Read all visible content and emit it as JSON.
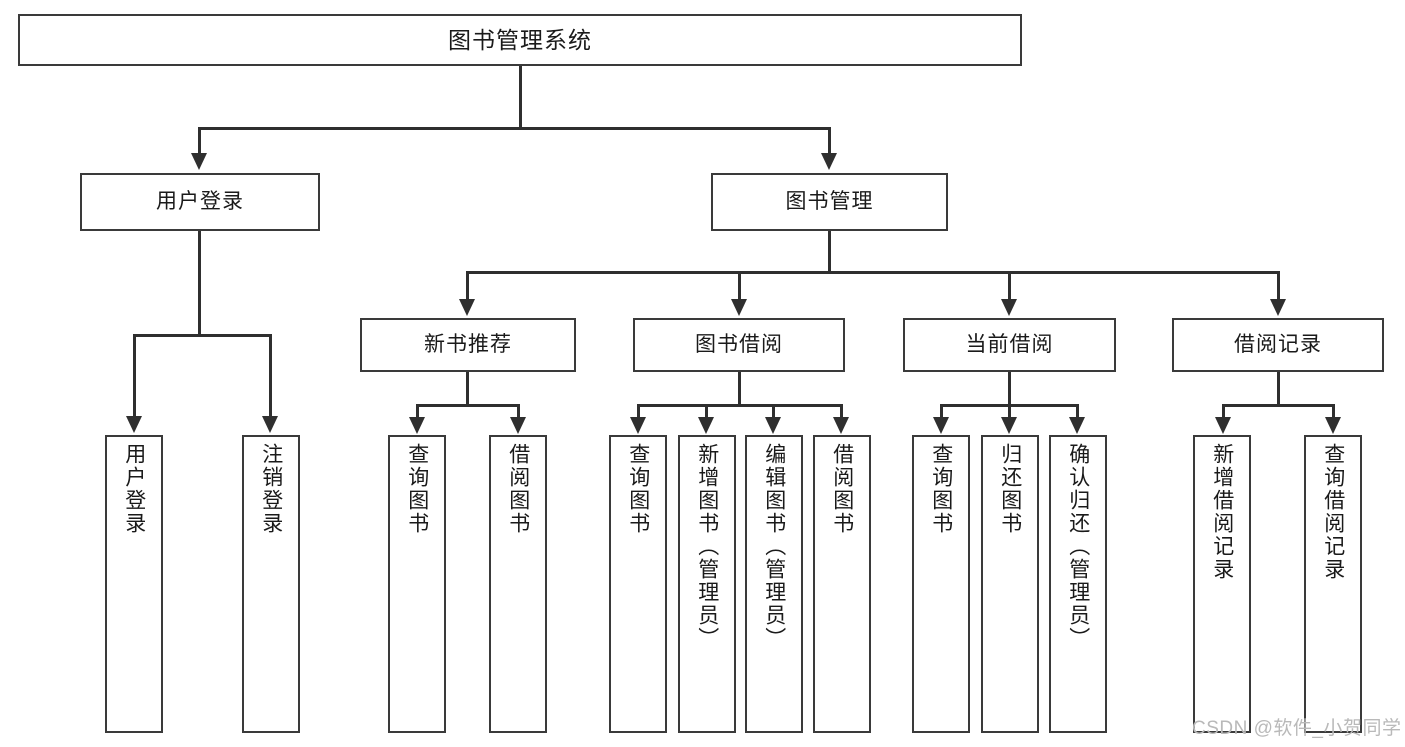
{
  "diagram": {
    "title_node": {
      "label": "图书管理系统"
    },
    "level2": [
      {
        "label": "用户登录"
      },
      {
        "label": "图书管理"
      }
    ],
    "level3": [
      {
        "label": "新书推荐"
      },
      {
        "label": "图书借阅"
      },
      {
        "label": "当前借阅"
      },
      {
        "label": "借阅记录"
      }
    ],
    "leaves": {
      "user_login": [
        {
          "label": "用户登录"
        },
        {
          "label": "注销登录"
        }
      ],
      "new_book_recommend": [
        {
          "label": "查询图书"
        },
        {
          "label": "借阅图书"
        }
      ],
      "book_borrow": [
        {
          "label": "查询图书"
        },
        {
          "label": "新增图书（管理员）"
        },
        {
          "label": "编辑图书（管理员）"
        },
        {
          "label": "借阅图书"
        }
      ],
      "current_borrow": [
        {
          "label": "查询图书"
        },
        {
          "label": "归还图书"
        },
        {
          "label": "确认归还（管理员）"
        }
      ],
      "borrow_record": [
        {
          "label": "新增借阅记录"
        },
        {
          "label": "查询借阅记录"
        }
      ]
    }
  },
  "watermark": {
    "text": "CSDN @软件_小贺同学"
  },
  "colors": {
    "box_border": "#3a3a3a",
    "connector": "#2f2f2f",
    "text": "#1a1a1a",
    "background": "#ffffff",
    "watermark": "#b9b9b9"
  }
}
